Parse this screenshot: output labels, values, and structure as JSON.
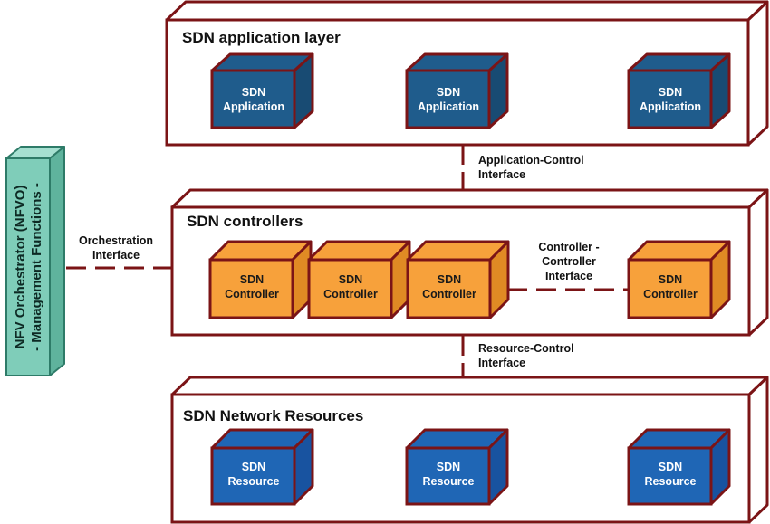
{
  "colors": {
    "frame": "#7b1416",
    "app_face": "#1f5c8c",
    "app_side": "#184b73",
    "ctrl_face": "#f7a13b",
    "ctrl_side": "#e08a24",
    "res_face": "#1f66b5",
    "res_side": "#1853a0",
    "nfvo_face": "#7fcdb9",
    "nfvo_side": "#5fb39d",
    "nfvo_edge": "#2e7b68"
  },
  "layers": {
    "application": {
      "title": "SDN application layer",
      "nodes": [
        {
          "line1": "SDN",
          "line2": "Application"
        },
        {
          "line1": "SDN",
          "line2": "Application"
        },
        {
          "line1": "SDN",
          "line2": "Application"
        }
      ]
    },
    "controllers": {
      "title": "SDN controllers",
      "nodes": [
        {
          "line1": "SDN",
          "line2": "Controller"
        },
        {
          "line1": "SDN",
          "line2": "Controller"
        },
        {
          "line1": "SDN",
          "line2": "Controller"
        },
        {
          "line1": "SDN",
          "line2": "Controller"
        }
      ]
    },
    "resources": {
      "title": "SDN Network Resources",
      "nodes": [
        {
          "line1": "SDN",
          "line2": "Resource"
        },
        {
          "line1": "SDN",
          "line2": "Resource"
        },
        {
          "line1": "SDN",
          "line2": "Resource"
        }
      ]
    }
  },
  "interfaces": {
    "application_control": {
      "line1": "Application-Control",
      "line2": "Interface"
    },
    "resource_control": {
      "line1": "Resource-Control",
      "line2": "Interface"
    },
    "controller_controller": {
      "line1": "Controller -",
      "line2": "Controller",
      "line3": "Interface"
    },
    "orchestration": {
      "line1": "Orchestration",
      "line2": "Interface"
    }
  },
  "nfvo": {
    "line1": "NFV Orchestrator (NFVO)",
    "line2": "- Management Functions -"
  }
}
